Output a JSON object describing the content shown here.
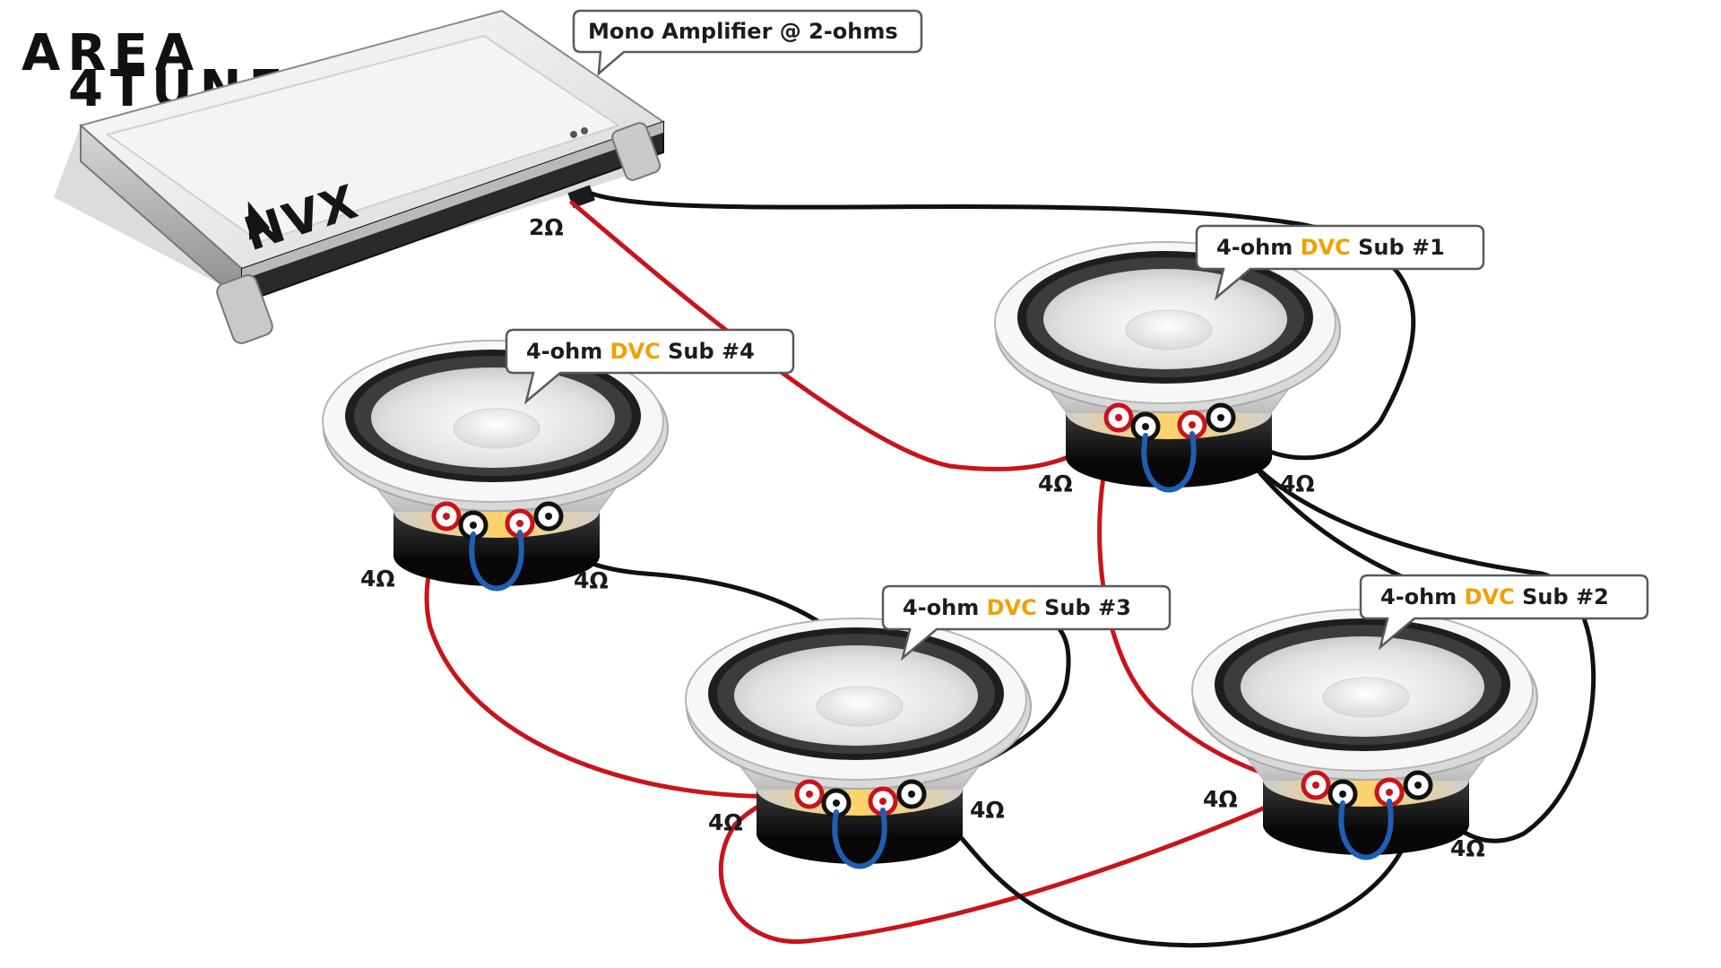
{
  "logo": {
    "line1": "AREA",
    "line2": "4TUNERS"
  },
  "amplifier": {
    "brand": "NVX",
    "callout": "Mono Amplifier @ 2-ohms",
    "terminal_impedance": "2Ω"
  },
  "subwoofers": [
    {
      "id": "sub1",
      "callout_pre": "4-ohm ",
      "callout_hl": "DVC",
      "callout_post": " Sub #1",
      "left_coil": "4Ω",
      "right_coil": "4Ω"
    },
    {
      "id": "sub2",
      "callout_pre": "4-ohm ",
      "callout_hl": "DVC",
      "callout_post": " Sub #2",
      "left_coil": "4Ω",
      "right_coil": "4Ω"
    },
    {
      "id": "sub3",
      "callout_pre": "4-ohm ",
      "callout_hl": "DVC",
      "callout_post": " Sub #3",
      "left_coil": "4Ω",
      "right_coil": "4Ω"
    },
    {
      "id": "sub4",
      "callout_pre": "4-ohm ",
      "callout_hl": "DVC",
      "callout_post": " Sub #4",
      "left_coil": "4Ω",
      "right_coil": "4Ω"
    }
  ],
  "colors": {
    "positive_wire": "#c8141a",
    "negative_wire": "#111111",
    "jumper_wire": "#1e5fb4",
    "dvc_highlight": "#f0a000"
  }
}
